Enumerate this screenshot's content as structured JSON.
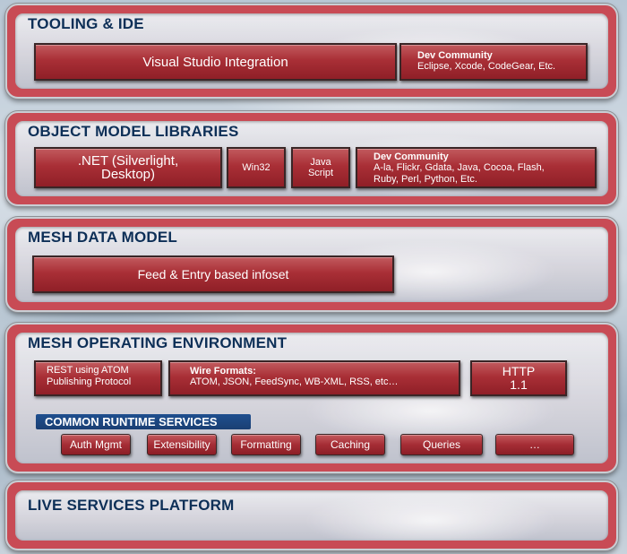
{
  "layers": {
    "tooling": {
      "title": "TOOLING & IDE",
      "vs": "Visual Studio Integration",
      "dev_title": "Dev Community",
      "dev_text": "Eclipse, Xcode, CodeGear, Etc."
    },
    "libraries": {
      "title": "OBJECT MODEL LIBRARIES",
      "dotnet_line1": ".NET (Silverlight,",
      "dotnet_line2": "Desktop)",
      "win32": "Win32",
      "js_line1": "Java",
      "js_line2": "Script",
      "dev_title": "Dev Community",
      "dev_line1": "A-la, Flickr, Gdata, Java, Cocoa, Flash,",
      "dev_line2": "Ruby, Perl, Python, Etc."
    },
    "data_model": {
      "title": "MESH DATA MODEL",
      "feed": "Feed & Entry based infoset"
    },
    "operating_env": {
      "title": "MESH OPERATING ENVIRONMENT",
      "rest_line1": "REST using ATOM",
      "rest_line2": "Publishing Protocol",
      "wire_title": "Wire Formats:",
      "wire_text": "ATOM, JSON, FeedSync, WB-XML, RSS, etc…",
      "http_line1": "HTTP",
      "http_line2": "1.1",
      "runtime_title": "COMMON RUNTIME SERVICES",
      "services": [
        "Auth Mgmt",
        "Extensibility",
        "Formatting",
        "Caching",
        "Queries",
        "…"
      ]
    },
    "platform": {
      "title": "LIVE SERVICES PLATFORM"
    }
  },
  "colors": {
    "frame": "#c84b55",
    "box": "#a92f36",
    "title_text": "#0d2f57",
    "subtitle_bar": "#1f4f8f"
  }
}
